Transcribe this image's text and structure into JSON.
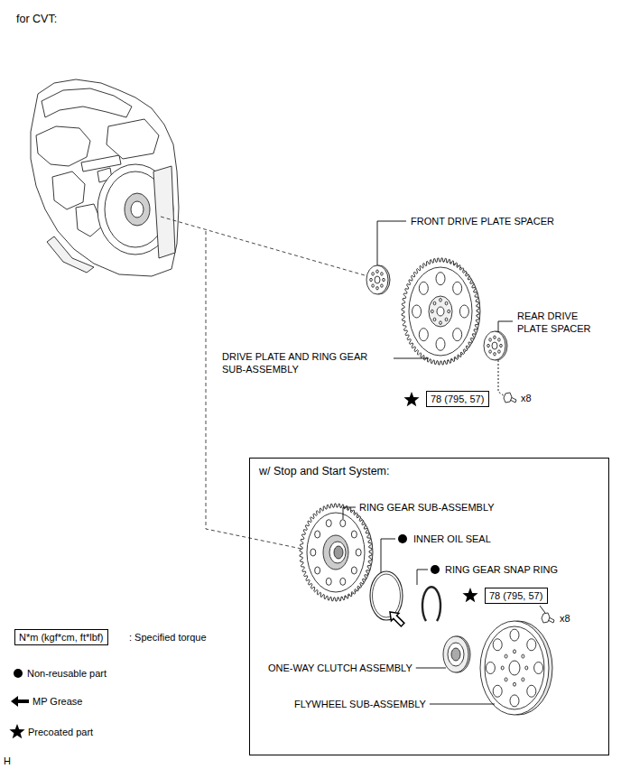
{
  "diagram": {
    "title": "for CVT:",
    "nodes": [
      {
        "text": [
          "78 (795, 57)"
        ]
      },
      {
        "text": [
          "w/ Stop and Start System:"
        ]
      },
      {
        "text": [
          "78 (795, 57)"
        ],
        "in": 1
      },
      {
        "text": [
          "N*m (kgf*cm, ft*lbf)"
        ]
      }
    ],
    "labels": [
      "FRONT DRIVE PLATE SPACER",
      "DRIVE PLATE AND RING GEAR SUB-ASSEMBLY",
      "REAR DRIVE PLATE SPACER",
      "x8",
      "RING GEAR SUB-ASSEMBLY",
      "INNER OIL SEAL",
      "RING GEAR SNAP RING",
      "x8",
      "ONE-WAY CLUTCH ASSEMBLY",
      "FLYWHEEL SUB-ASSEMBLY",
      "H"
    ],
    "legend": [
      {
        "text": ": Specified torque"
      },
      {
        "text": "Non-reusable part"
      },
      {
        "text": "MP Grease"
      },
      {
        "text": "Precoated part"
      }
    ]
  }
}
